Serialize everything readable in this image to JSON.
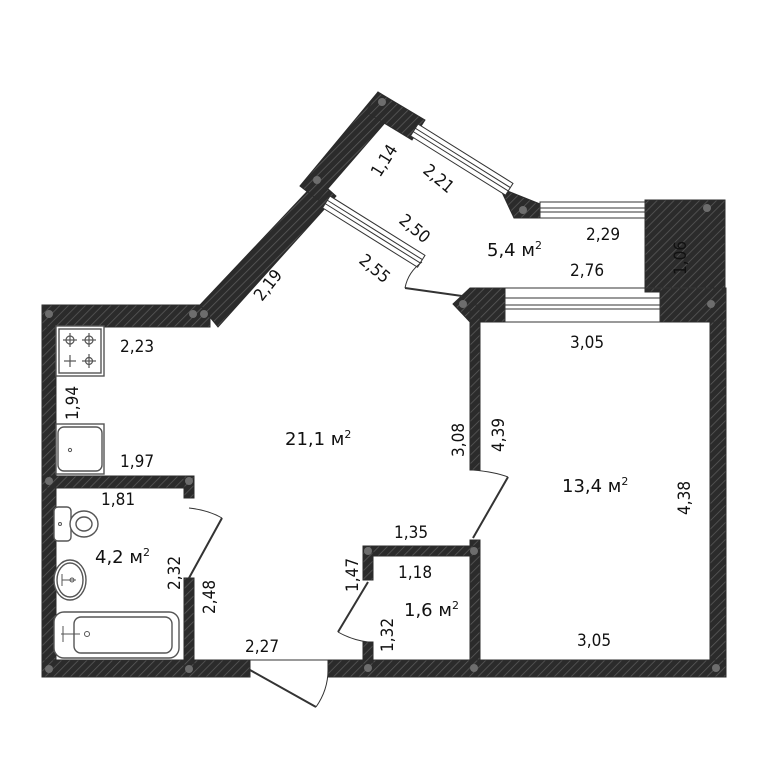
{
  "plan": {
    "colors": {
      "wall": "#2b2b2b",
      "hatch": "#5a5a5a",
      "background": "#ffffff",
      "node": "#6d6d6d"
    },
    "unit_suffix": "м",
    "rooms": [
      {
        "id": "living-kitchen",
        "area": "21,1 м",
        "sup": "2"
      },
      {
        "id": "bedroom",
        "area": "13,4 м",
        "sup": "2"
      },
      {
        "id": "balcony",
        "area": "5,4 м",
        "sup": "2"
      },
      {
        "id": "bathroom",
        "area": "4,2 м",
        "sup": "2"
      },
      {
        "id": "closet",
        "area": "1,6 м",
        "sup": "2"
      }
    ],
    "dimensions": {
      "balcony_side": "1,14",
      "balcony_outer_diag": "2,21",
      "balcony_inner_diag": "2,50",
      "living_window_diag": "2,55",
      "balcony_top": "2,29",
      "balcony_right": "1,06",
      "balcony_bottom": "2,76",
      "living_left_diag": "2,19",
      "kitchen_top": "2,23",
      "kitchen_left": "1,94",
      "kitchen_bottom": "1,97",
      "bath_top": "1,81",
      "bath_right": "2,32",
      "hall_left": "2,48",
      "hall_bottom": "2,27",
      "living_right": "3,08",
      "bedroom_left": "4,39",
      "bedroom_top": "3,05",
      "bedroom_right": "4,38",
      "bedroom_bottom": "3,05",
      "closet_top_outer": "1,35",
      "closet_left_upper": "1,47",
      "closet_top": "1,18",
      "closet_left_lower": "1,32"
    },
    "fixtures": [
      "stove-icon",
      "sink-icon",
      "toilet-icon",
      "washbasin-icon",
      "bathtub-icon"
    ]
  }
}
